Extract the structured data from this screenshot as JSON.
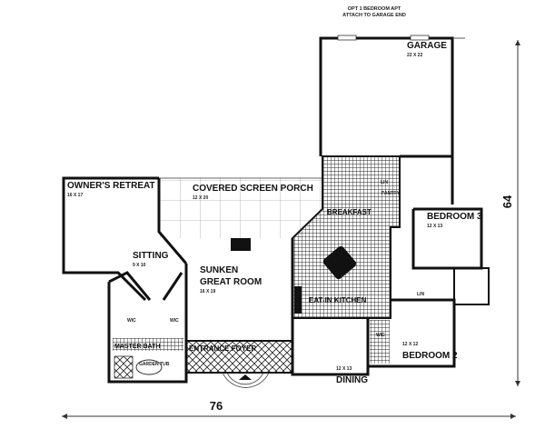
{
  "note": [
    "OPT 1 BEDROOM APT",
    "ATTACH TO GARAGE END"
  ],
  "rooms": {
    "garage": {
      "name": "GARAGE",
      "size": "22 X 22"
    },
    "owners_retreat": {
      "name": "OWNER'S RETREAT",
      "size": "16 X 17"
    },
    "porch": {
      "name": "COVERED SCREEN PORCH",
      "size": "12 X 20"
    },
    "sitting": {
      "name": "SITTING",
      "size": "9 X 10"
    },
    "great_room": {
      "name1": "SUNKEN",
      "name2": "GREAT ROOM",
      "size": "16 X 19"
    },
    "breakfast": {
      "name": "BREAKFAST"
    },
    "kitchen": {
      "name": "EAT-IN KITCHEN"
    },
    "bedroom3": {
      "name": "BEDROOM 3",
      "size": "12 X 13"
    },
    "bedroom2": {
      "name": "BEDROOM 2",
      "size": "12 X 12"
    },
    "dining": {
      "name": "DINING",
      "size": "12 X 13"
    },
    "master_bath": {
      "name": "MASTER BATH"
    },
    "foyer": {
      "name": "ENTRANCE FOYER"
    },
    "garden_tub": {
      "name": "GARDEN TUB"
    },
    "wic": "WIC",
    "lin": "LIN",
    "pantry": "PANTRY"
  },
  "dimensions": {
    "width": "76",
    "depth": "64"
  }
}
